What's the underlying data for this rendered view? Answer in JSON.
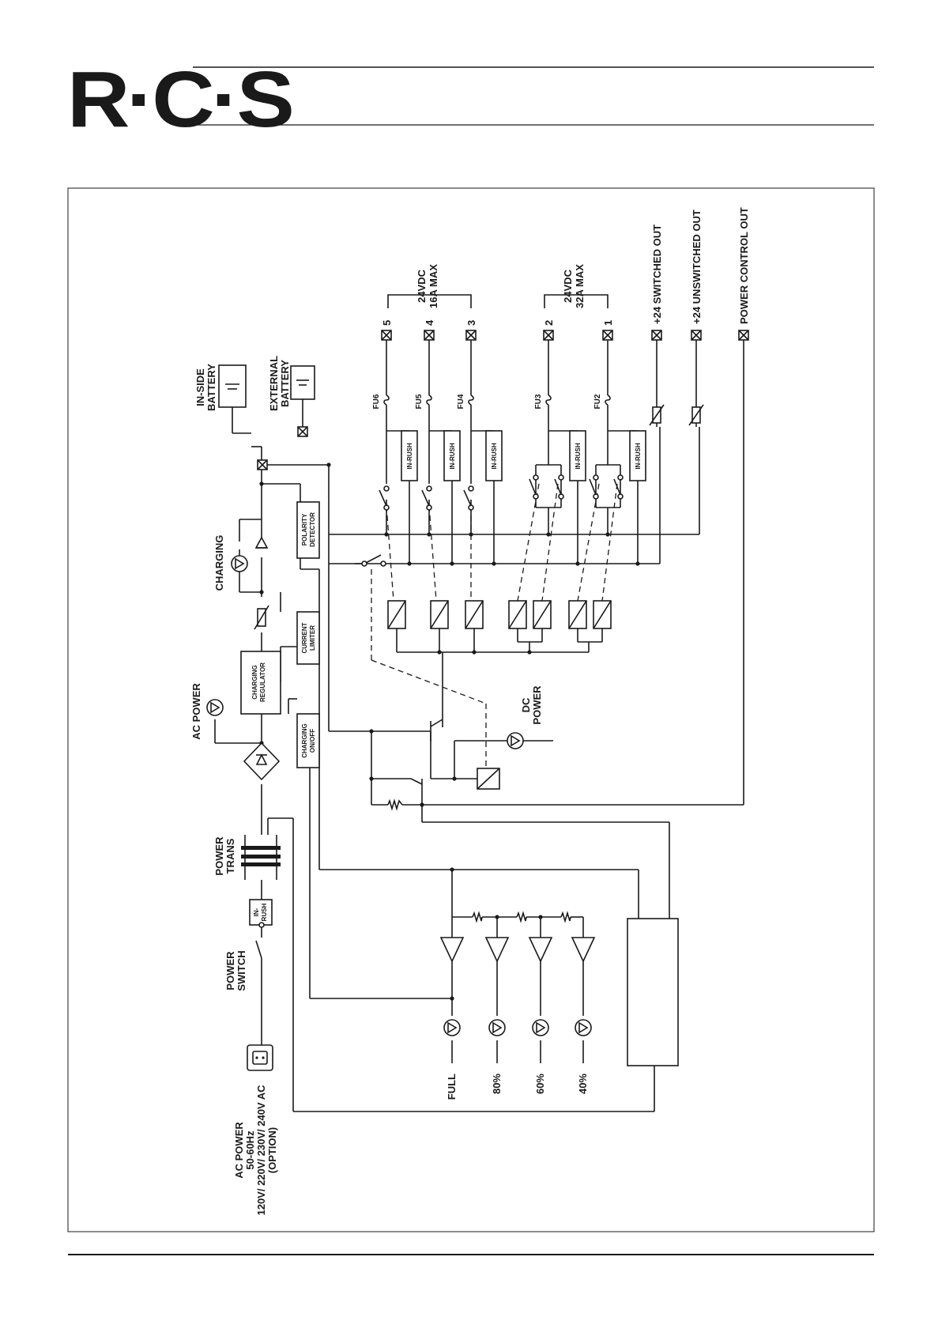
{
  "header": {
    "logo_text": "R·C·S"
  },
  "diagram": {
    "labels": {
      "inside_battery_1": "IN-SIDE",
      "inside_battery_2": "BATTERY",
      "external_battery_1": "EXTERNAL",
      "external_battery_2": "BATTERY",
      "charging": "CHARGING",
      "ac_power_led": "AC POWER",
      "power_trans_1": "POWER",
      "power_trans_2": "TRANS",
      "power_switch_1": "POWER",
      "power_switch_2": "SWITCH",
      "ac_input_1": "AC POWER",
      "ac_input_2": "50-60Hz",
      "ac_input_3": "120V/ 220V/ 230V/ 240V AC",
      "ac_input_4": "(OPTION)",
      "dc_power_1": "DC",
      "dc_power_2": "POWER",
      "group1_1": "24VDC",
      "group1_2": "16A MAX",
      "group2_1": "24VDC",
      "group2_2": "32A MAX",
      "switched_out": "+24 SWITCHED OUT",
      "unswitched_out": "+24 UNSWITCHED OUT",
      "power_control_out": "POWER CONTROL OUT",
      "full": "FULL",
      "p80": "80%",
      "p60": "60%",
      "p40": "40%"
    },
    "blocks": {
      "polarity_1": "POLARITY",
      "polarity_2": "DETECTOR",
      "limiter_1": "CURRENT",
      "limiter_2": "LIMITER",
      "regulator_1": "CHARGING",
      "regulator_2": "REGULATOR",
      "onoff_1": "CHARGING",
      "onoff_2": "ON/OFF",
      "inrush": "IN-RUSH",
      "inrush_main_1": "IN-",
      "inrush_main_2": "RUSH"
    },
    "outputs": [
      "5",
      "4",
      "3",
      "2",
      "1"
    ],
    "fuses": [
      "FU6",
      "FU5",
      "FU4",
      "FU3",
      "FU2"
    ]
  }
}
